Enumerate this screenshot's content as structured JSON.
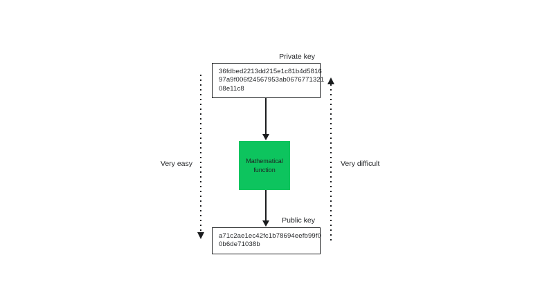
{
  "diagram": {
    "private_key": {
      "label": "Private key",
      "lines": [
        "36fdbed2213dd215e1c81b4d5816",
        "97a9f006f24567953ab0676771321",
        "08e11c8"
      ]
    },
    "function_box": {
      "label": "Mathematical function"
    },
    "public_key": {
      "label": "Public key",
      "lines": [
        "a71c2ae1ec42fc1b78694eefb99f0",
        "0b6de71038b"
      ]
    },
    "annotations": {
      "left": "Very easy",
      "right": "Very difficult"
    },
    "colors": {
      "function_fill": "#0dc45e",
      "function_text": "#ffffff",
      "ink": "#1a1c1e",
      "background": "#ffffff"
    }
  }
}
